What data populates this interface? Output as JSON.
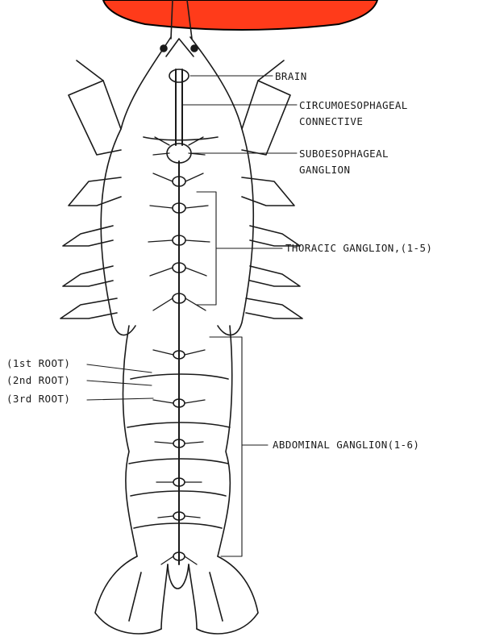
{
  "header": {
    "banner_fill": "#ff3b1a",
    "banner_stroke": "#000000"
  },
  "labels": {
    "brain": "BRAIN",
    "circumoesophageal_line1": "CIRCUMOESOPHAGEAL",
    "circumoesophageal_line2": "CONNECTIVE",
    "suboesophageal_line1": "SUBOESOPHAGEAL",
    "suboesophageal_line2": "GANGLION",
    "thoracic": "THORACIC GANGLION,(1-5)",
    "abdominal": "ABDOMINAL GANGLION(1-6)",
    "root1": "(1st ROOT)",
    "root2": "(2nd ROOT)",
    "root3": "(3rd ROOT)"
  },
  "colors": {
    "ink": "#1a1a1a",
    "background": "#ffffff"
  }
}
